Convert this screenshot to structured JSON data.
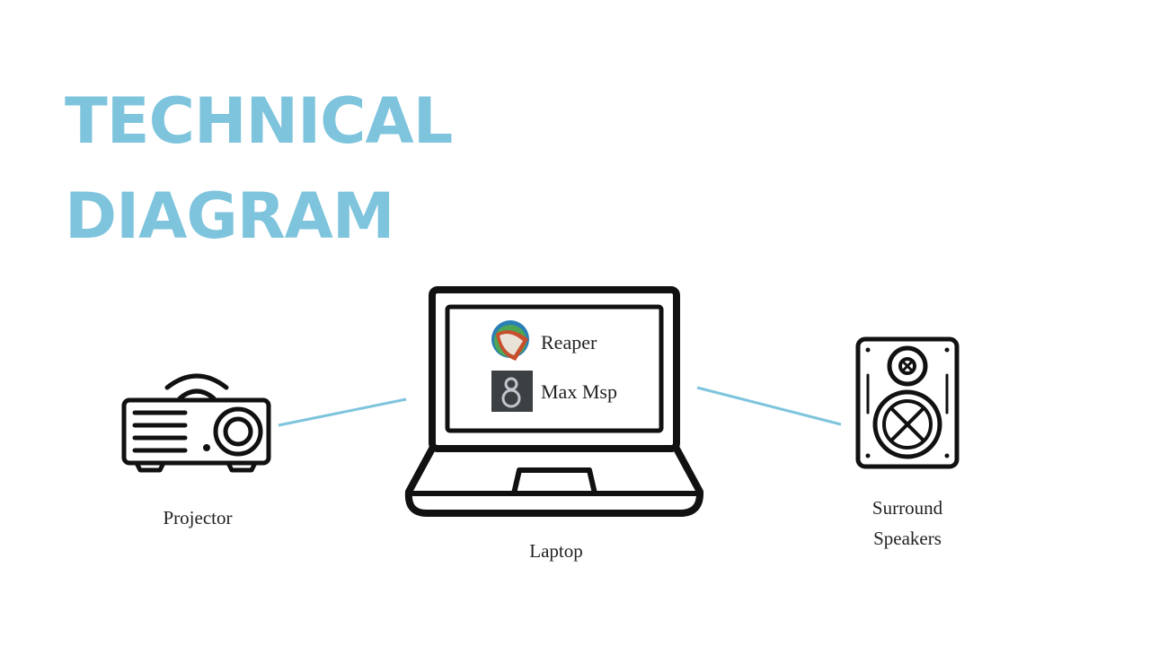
{
  "title": {
    "line1": "TECHNICAL",
    "line2": "DIAGRAM",
    "color": "#7ec4dd"
  },
  "accent_line_color": "#7ec4dd",
  "nodes": {
    "projector": {
      "label": "Projector",
      "icon": "projector-icon"
    },
    "laptop": {
      "label": "Laptop",
      "icon": "laptop-icon",
      "apps": [
        {
          "label": "Reaper",
          "icon": "reaper-logo-icon"
        },
        {
          "label": "Max Msp",
          "icon": "max-msp-logo-icon"
        }
      ]
    },
    "speakers": {
      "label_line1": "Surround",
      "label_line2": "Speakers",
      "icon": "speaker-icon"
    }
  }
}
